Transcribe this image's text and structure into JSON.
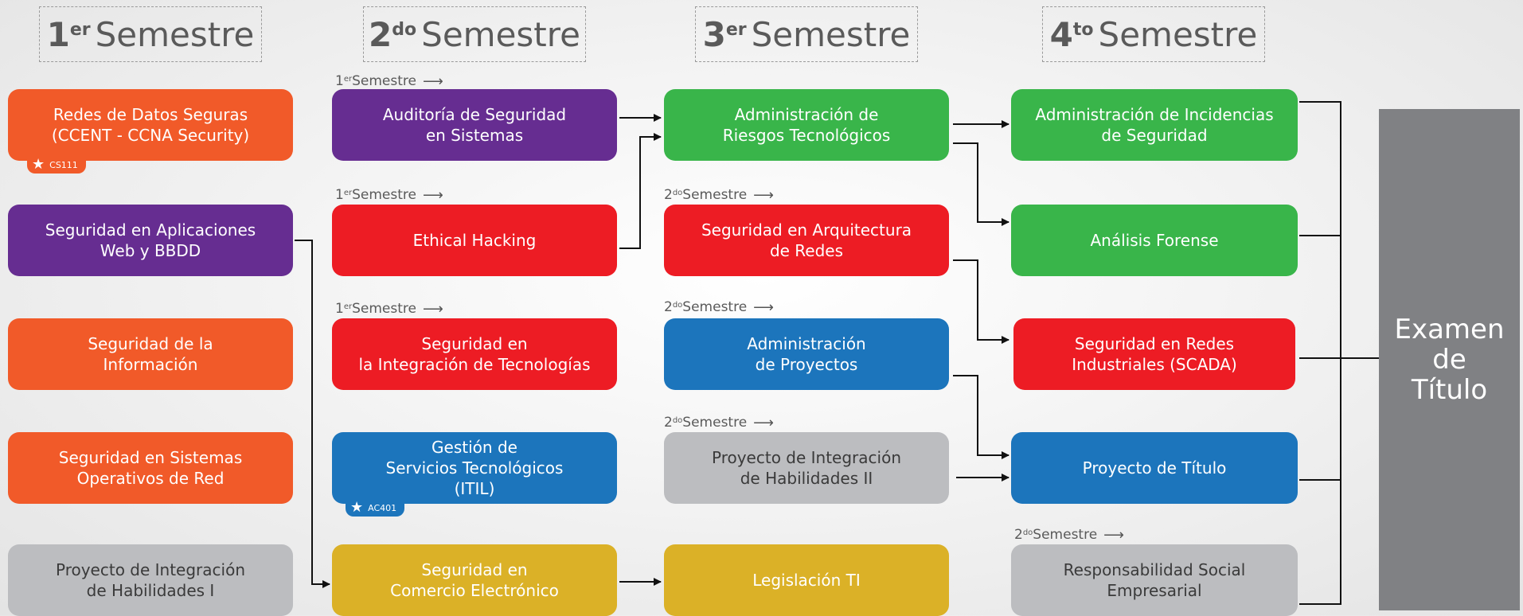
{
  "semesters": [
    {
      "num": "1",
      "sup": "er",
      "label": "Semestre"
    },
    {
      "num": "2",
      "sup": "do",
      "label": "Semestre"
    },
    {
      "num": "3",
      "sup": "er",
      "label": "Semestre"
    },
    {
      "num": "4",
      "sup": "to",
      "label": "Semestre"
    }
  ],
  "courses": {
    "s1_redes": "Redes de Datos Seguras\n(CCENT - CCNA Security)",
    "s1_web": "Seguridad en Aplicaciones\nWeb y BBDD",
    "s1_info": "Seguridad de la\nInformación",
    "s1_sist": "Seguridad en Sistemas\nOperativos de Red",
    "s1_proy": "Proyecto de Integración\nde Habilidades I",
    "s2_audit": "Auditoría de Seguridad\nen Sistemas",
    "s2_ethical": "Ethical Hacking",
    "s2_integ": "Seguridad en\nla Integración de Tecnologías",
    "s2_gestion": "Gestión de\nServicios Tecnológicos\n(ITIL)",
    "s2_comercio": "Seguridad en\nComercio Electrónico",
    "s3_riesgos": "Administración de\nRiesgos Tecnológicos",
    "s3_arq": "Seguridad en Arquitectura\nde Redes",
    "s3_proy": "Administración\nde Proyectos",
    "s3_integ2": "Proyecto de Integración\nde Habilidades II",
    "s3_legis": "Legislación TI",
    "s4_incid": "Administración de Incidencias\nde Seguridad",
    "s4_forense": "Análisis Forense",
    "s4_scada": "Seguridad en Redes\nIndustriales (SCADA)",
    "s4_titulo": "Proyecto de Título",
    "s4_rse": "Responsabilidad Social\nEmpresarial"
  },
  "prereqs": {
    "p1": {
      "num": "1",
      "sup": "er",
      "label": "Semestre"
    },
    "p2": {
      "num": "1",
      "sup": "er",
      "label": "Semestre"
    },
    "p3": {
      "num": "1",
      "sup": "er",
      "label": "Semestre"
    },
    "p4": {
      "num": "2",
      "sup": "do",
      "label": "Semestre"
    },
    "p5": {
      "num": "2",
      "sup": "do",
      "label": "Semestre"
    },
    "p6": {
      "num": "2",
      "sup": "do",
      "label": "Semestre"
    },
    "p7": {
      "num": "2",
      "sup": "do",
      "label": "Semestre"
    }
  },
  "tags": {
    "cs111": "CS111",
    "ac401": "AC401"
  },
  "exam": "Examen\nde\nTítulo",
  "colors": {
    "orange": "#f15a29",
    "purple": "#662d91",
    "red": "#ed1c24",
    "green": "#39b54a",
    "blue": "#1c75bc",
    "yellow": "#dbb127",
    "gray": "#bcbdc0",
    "exam": "#808184"
  }
}
